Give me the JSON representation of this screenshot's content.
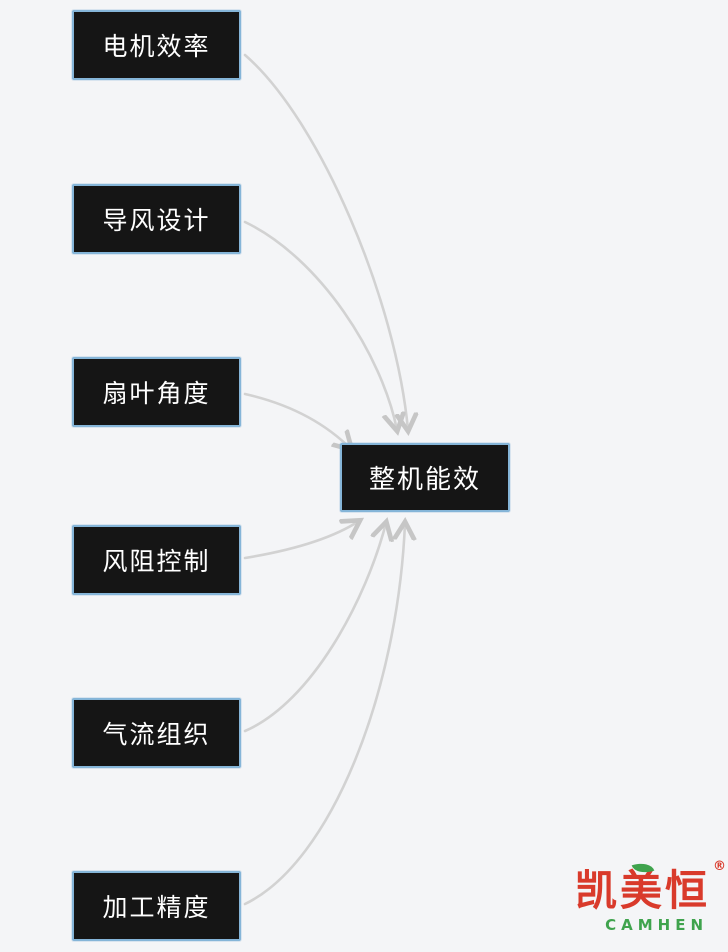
{
  "diagram": {
    "target": {
      "label": "整机能效"
    },
    "sources": [
      {
        "label": "电机效率"
      },
      {
        "label": "导风设计"
      },
      {
        "label": "扇叶角度"
      },
      {
        "label": "风阻控制"
      },
      {
        "label": "气流组织"
      },
      {
        "label": "加工精度"
      }
    ]
  },
  "logo": {
    "cn": "凯美恒",
    "en": "CAMHEN",
    "registered": "®"
  },
  "colors": {
    "background": "#f4f5f7",
    "node_bg": "#151515",
    "node_border": "#85b5d8",
    "node_text": "#ffffff",
    "arrow": "#d2d2d2",
    "logo_red": "#d93a2b",
    "logo_green": "#3fa34d"
  }
}
